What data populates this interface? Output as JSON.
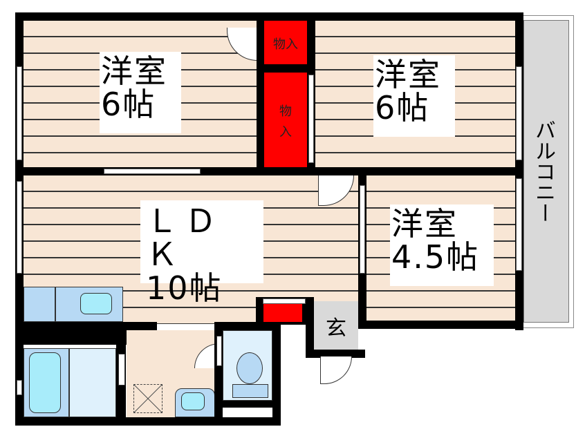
{
  "floor_plan": {
    "rooms": {
      "bedroom_top_left": {
        "type": "洋室",
        "size": "6帖"
      },
      "bedroom_top_right": {
        "type": "洋室",
        "size": "6帖"
      },
      "ldk": {
        "type": "ＬＤＫ",
        "size": "10帖"
      },
      "bedroom_right": {
        "type": "洋室",
        "size": "4.5帖"
      },
      "closet_small": {
        "label": "物入"
      },
      "closet_tall": {
        "label_line1": "物",
        "label_line2": "入"
      },
      "entrance": {
        "label": "玄"
      },
      "balcony": {
        "label": "バルコニー"
      }
    },
    "colors": {
      "wall": "#000000",
      "floor": "#f8e6d5",
      "closet": "#ff0000",
      "wet_area": "#b7d9f4",
      "fixture": "#a8ecfa",
      "balcony": "#d9d9d9",
      "entrance": "#d9d9d9"
    }
  }
}
